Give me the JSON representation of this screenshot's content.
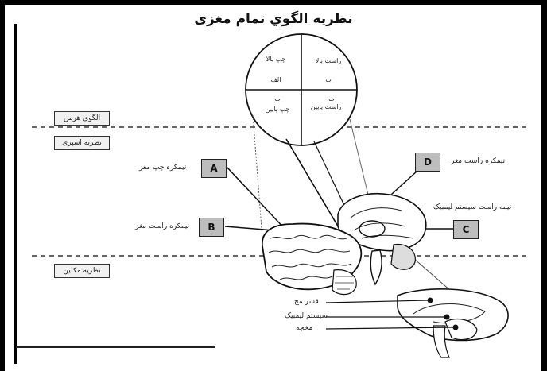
{
  "title": "نظریه الگوي تمام مغزی",
  "circle": {
    "top_left": "چپ بالا",
    "top_right": "راست بالا",
    "mid_left": "الف",
    "mid_right": "ب",
    "bottom_left_top": "ب",
    "bottom_left": "چپ پایین",
    "bottom_right_top": "ت",
    "bottom_right": "راست پایین"
  },
  "tabs": {
    "herrmann": "الگوی هرمن",
    "sperry": "نظریه اسپری",
    "maclean": "نظریه مکلین"
  },
  "boxes": {
    "a": "A",
    "b": "B",
    "c": "C",
    "d": "D"
  },
  "labels": {
    "left_hemisphere": "نیمکره چپ مغز",
    "right_hemisphere_b": "نیمکره راست مغز",
    "right_hemisphere_d": "نیمکره راست مغز",
    "limbic_right": "نیمه راست سیستم لیمبیک",
    "cortex": "قشر مخ",
    "limbic": "سیستم لیمبیک",
    "cerebellum": "مخچه"
  }
}
